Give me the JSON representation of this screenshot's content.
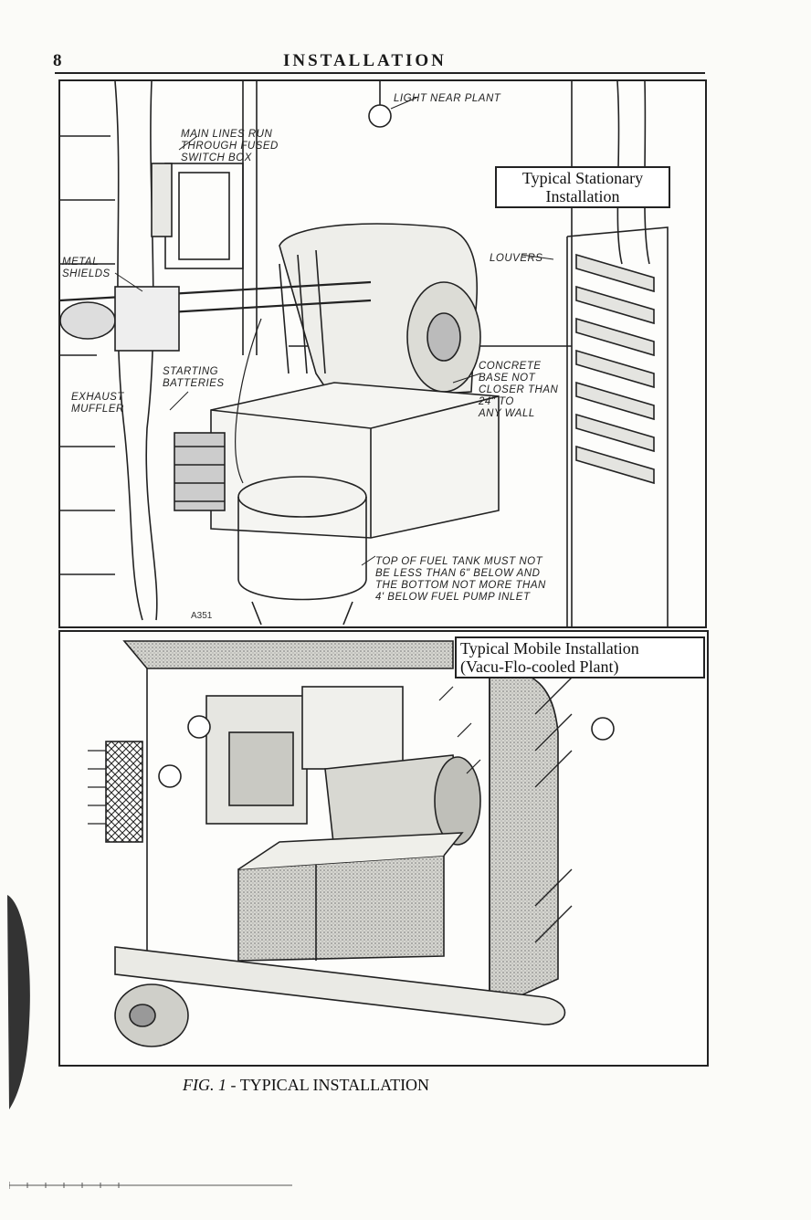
{
  "header": {
    "page_number": "8",
    "title": "INSTALLATION"
  },
  "top_panel": {
    "boxed_title_line1": "Typical Stationary",
    "boxed_title_line2": "Installation",
    "callouts": {
      "light": "LIGHT NEAR PLANT",
      "main_lines": "MAIN LINES RUN\nTHROUGH FUSED\nSWITCH BOX",
      "metal_shields": "METAL\nSHIELDS",
      "louvers": "LOUVERS",
      "starting_batteries": "STARTING\nBATTERIES",
      "exhaust_muffler": "EXHAUST\nMUFFLER",
      "concrete_base": "CONCRETE\nBASE NOT\nCLOSER THAN\n24\" TO\nANY WALL",
      "fuel_tank": "TOP OF FUEL TANK MUST NOT\nBE LESS THAN 6\" BELOW AND\nTHE BOTTOM NOT MORE THAN\n4' BELOW FUEL PUMP INLET"
    },
    "drawing_id": "A351"
  },
  "bottom_panel": {
    "boxed_title_line1": "Typical Mobile Installation",
    "boxed_title_line2": "(Vacu-Flo-cooled Plant)"
  },
  "caption": {
    "fig": "FIG. 1",
    "dash": "-",
    "text": "TYPICAL INSTALLATION"
  }
}
